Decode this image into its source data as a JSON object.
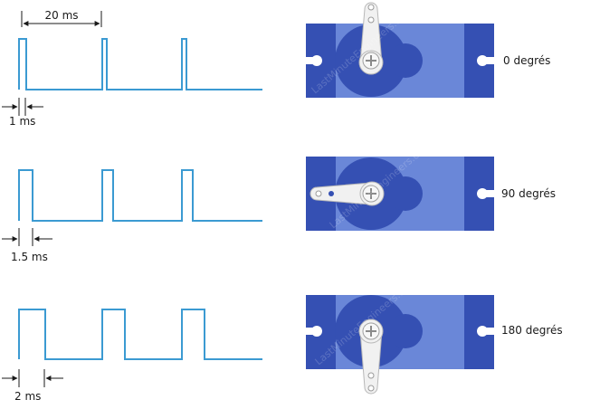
{
  "period_label": "20 ms",
  "rows": [
    {
      "pulse_label": "1 ms",
      "angle_label": "0 degrés"
    },
    {
      "pulse_label": "1.5 ms",
      "angle_label": "90 degrés"
    },
    {
      "pulse_label": "2 ms",
      "angle_label": "180 degrés"
    }
  ],
  "watermark": "LastMinuteEngineers.com",
  "colors": {
    "signal": "#3b9ad2",
    "servo_dark": "#3550b3",
    "servo_light": "#6a87d8",
    "horn": "#f1f1f1"
  }
}
